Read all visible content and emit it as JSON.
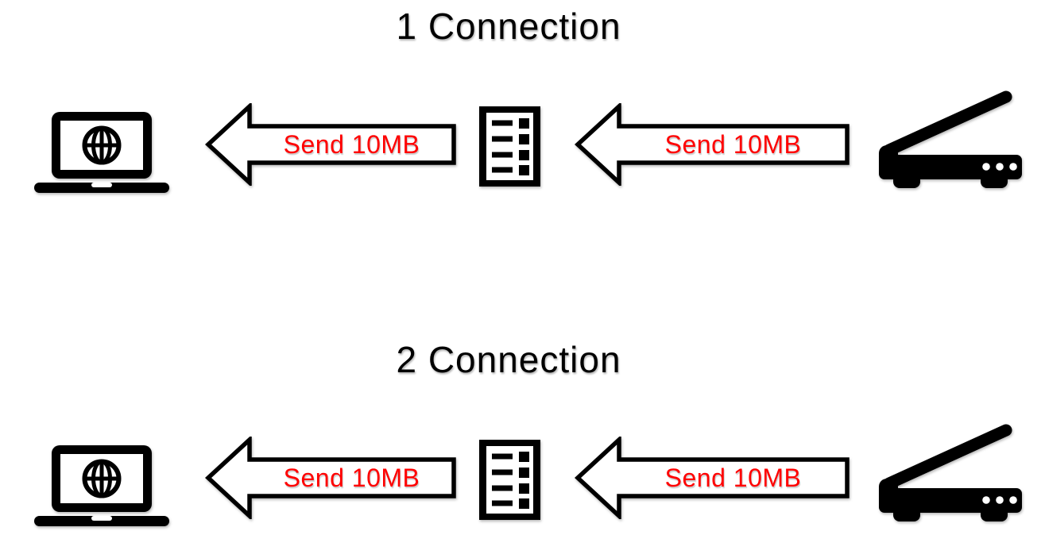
{
  "colors": {
    "accent_red": "#ff0000",
    "icon_black": "#000000",
    "background": "#ffffff"
  },
  "sections": [
    {
      "title": "1 Connection",
      "icons": {
        "left": "laptop-with-globe",
        "middle": "document-list",
        "right": "scanner"
      },
      "arrow_left": {
        "label": "Send 10MB",
        "direction": "left"
      },
      "arrow_right": {
        "label": "Send 10MB",
        "direction": "left"
      }
    },
    {
      "title": "2 Connection",
      "icons": {
        "left": "laptop-with-globe",
        "middle": "document-list",
        "right": "scanner"
      },
      "arrow_left": {
        "label": "Send 10MB",
        "direction": "left"
      },
      "arrow_right": {
        "label": "Send 10MB",
        "direction": "left"
      }
    }
  ]
}
